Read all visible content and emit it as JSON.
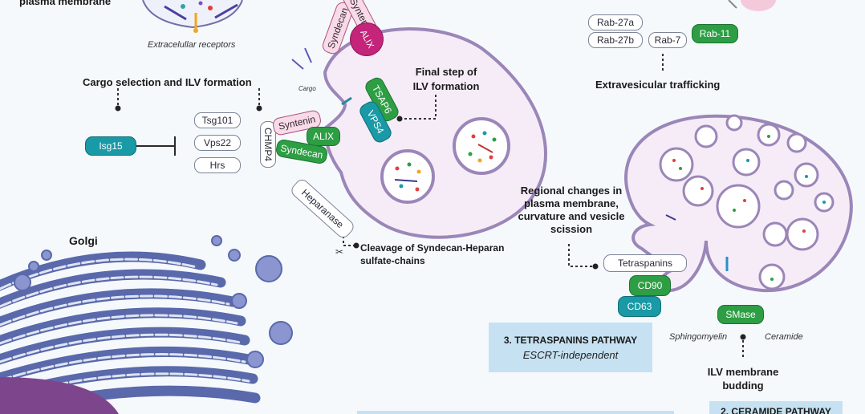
{
  "labels": {
    "plasma_membrane": "plasma membrane",
    "extracellular_receptors": "Extracelullar receptors",
    "cargo_selection": "Cargo selection and ILV formation",
    "final_step_line1": "Final step of",
    "final_step_line2": "ILV formation",
    "cargo": "Cargo",
    "extravesicular": "Extravesicular trafficking",
    "golgi": "Golgi",
    "cleavage_line1": "Cleavage of Syndecan-Heparan",
    "cleavage_line2": "sulfate-chains",
    "regional_line1": "Regional changes in",
    "regional_line2": "plasma membrane,",
    "regional_line3": "curvature and vesicle",
    "regional_line4": "scission",
    "sphingomyelin": "Sphingomyelin",
    "ceramide": "Ceramide",
    "ilv_budding_line1": "ILV membrane",
    "ilv_budding_line2": "budding"
  },
  "proteins": {
    "isg15": "Isg15",
    "tsg101": "Tsg101",
    "vps22": "Vps22",
    "hrs": "Hrs",
    "chmp4": "CHMP4",
    "syntenin_low": "Syntenin",
    "alix_low": "ALIX",
    "syndecan_low": "Syndecan",
    "syndecan_top": "Syndecan",
    "syntenin_top": "Syntenin",
    "alix_top": "ALIX",
    "tsap6": "TSAP6",
    "vps4": "VPS4",
    "heparanase": "Heparanase",
    "rab27a": "Rab-27a",
    "rab27b": "Rab-27b",
    "rab7": "Rab-7",
    "rab11": "Rab-11",
    "tetraspanins": "Tetraspanins",
    "cd90": "CD90",
    "cd63": "CD63",
    "smase": "SMase"
  },
  "pathways": {
    "tetraspanins_title": "3. TETRASPANINS PATHWAY",
    "tetraspanins_subtitle": "ESCRT-independent",
    "ceramide_partial": "2. CERAMIDE PATHWAY"
  },
  "colors": {
    "background": "#f5f9fc",
    "membrane": "#9b86b8",
    "mvb_fill": "#f4ecf7",
    "golgi": "#5d6cae",
    "green_protein": "#2e9e44",
    "teal_protein": "#199aa6",
    "magenta_protein": "#c4247a",
    "pathway_box": "#c6e1f1"
  }
}
